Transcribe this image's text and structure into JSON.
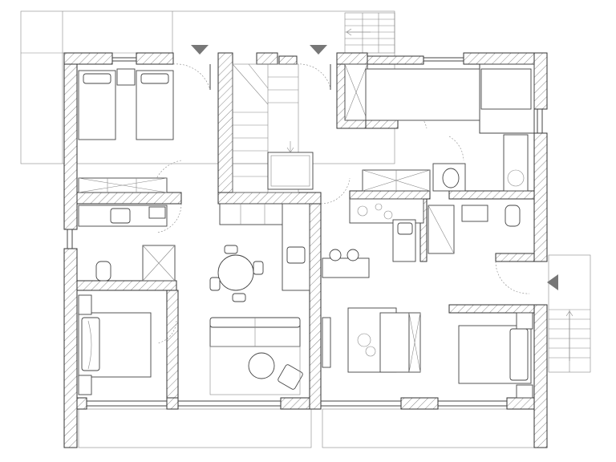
{
  "plan": {
    "rooms": [
      "bedroom-twin",
      "staircase",
      "kitchen-utility",
      "bathroom-left",
      "bathroom-right",
      "living-dining",
      "bedroom-left",
      "bedroom-right",
      "terrace-stairs"
    ],
    "entrance_markers": [
      "north-entry-left",
      "north-entry-right",
      "east-entry"
    ]
  }
}
